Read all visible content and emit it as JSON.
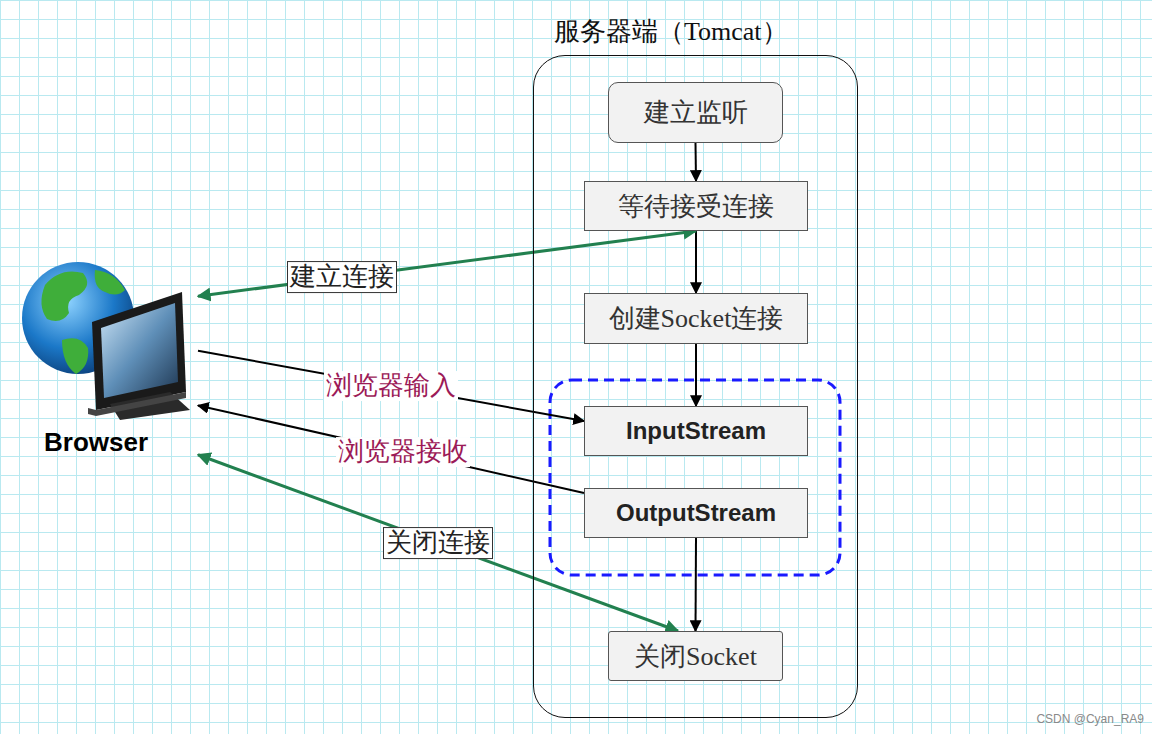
{
  "diagram": {
    "nodes": [
      {
        "text": [
          "服务器端（Tomcat）"
        ]
      },
      {
        "text": [
          "建立监听"
        ],
        "in": 0
      },
      {
        "text": [
          "等待接受连接"
        ],
        "in": 0
      },
      {
        "text": [
          "创建Socket连接"
        ],
        "in": 0
      },
      {
        "text": [
          "InputStream"
        ],
        "in": 0
      },
      {
        "text": [
          "OutputStream"
        ],
        "in": 0
      },
      {
        "text": [
          "关闭Socket"
        ],
        "in": 0
      },
      {
        "text": [
          "Browser"
        ]
      }
    ],
    "edges": [
      {
        "from": 1,
        "to": 2,
        "arrow": "to"
      },
      {
        "from": 2,
        "to": 3,
        "arrow": "to"
      },
      {
        "from": 3,
        "to": 4,
        "arrow": "to"
      },
      {
        "from": 5,
        "to": 6,
        "arrow": "to"
      },
      {
        "from": 7,
        "to": 2,
        "label": "建立连接",
        "arrow": "both"
      },
      {
        "from": 7,
        "to": 4,
        "label": "浏览器输入",
        "arrow": "to"
      },
      {
        "from": 5,
        "to": 7,
        "label": "浏览器接收",
        "arrow": "to"
      },
      {
        "from": 7,
        "to": 6,
        "label": "关闭连接",
        "arrow": "both"
      }
    ],
    "labels": [
      "CSDN @Cyan_RA9"
    ]
  }
}
